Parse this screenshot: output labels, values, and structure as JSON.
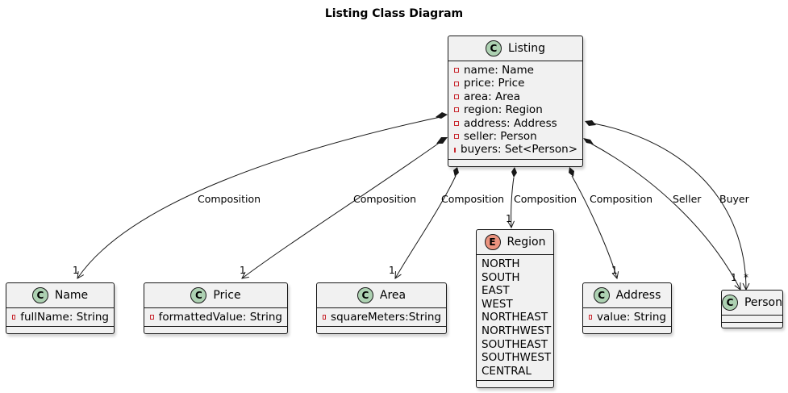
{
  "diagram": {
    "title": "Listing Class Diagram"
  },
  "classes": {
    "listing": {
      "name": "Listing",
      "stereotype_letter": "C",
      "attributes": [
        "name: Name",
        "price: Price",
        "area: Area",
        "region: Region",
        "address: Address",
        "seller: Person",
        "buyers: Set<Person>"
      ]
    },
    "name": {
      "name": "Name",
      "stereotype_letter": "C",
      "attributes": [
        "fullName: String"
      ]
    },
    "price": {
      "name": "Price",
      "stereotype_letter": "C",
      "attributes": [
        "formattedValue: String"
      ]
    },
    "area": {
      "name": "Area",
      "stereotype_letter": "C",
      "attributes": [
        "squareMeters:String"
      ]
    },
    "region": {
      "name": "Region",
      "stereotype_letter": "E",
      "values": [
        "NORTH",
        "SOUTH",
        "EAST",
        "WEST",
        "NORTHEAST",
        "NORTHWEST",
        "SOUTHEAST",
        "SOUTHWEST",
        "CENTRAL"
      ]
    },
    "address": {
      "name": "Address",
      "stereotype_letter": "C",
      "attributes": [
        "value: String"
      ]
    },
    "person": {
      "name": "Person",
      "stereotype_letter": "C",
      "attributes": []
    }
  },
  "relations": [
    {
      "label": "Composition",
      "multiplicity": "1"
    },
    {
      "label": "Composition",
      "multiplicity": "1"
    },
    {
      "label": "Composition",
      "multiplicity": "1"
    },
    {
      "label": "Composition",
      "multiplicity": "1"
    },
    {
      "label": "Composition",
      "multiplicity": "1"
    },
    {
      "label": "Seller",
      "multiplicity": "1"
    },
    {
      "label": "Buyer",
      "multiplicity": "*"
    }
  ],
  "colors": {
    "class_badge": "#add1b2",
    "enum_badge": "#eb937f",
    "class_fill": "#f1f1f1",
    "private_marker": "#c82930",
    "line": "#181818"
  }
}
